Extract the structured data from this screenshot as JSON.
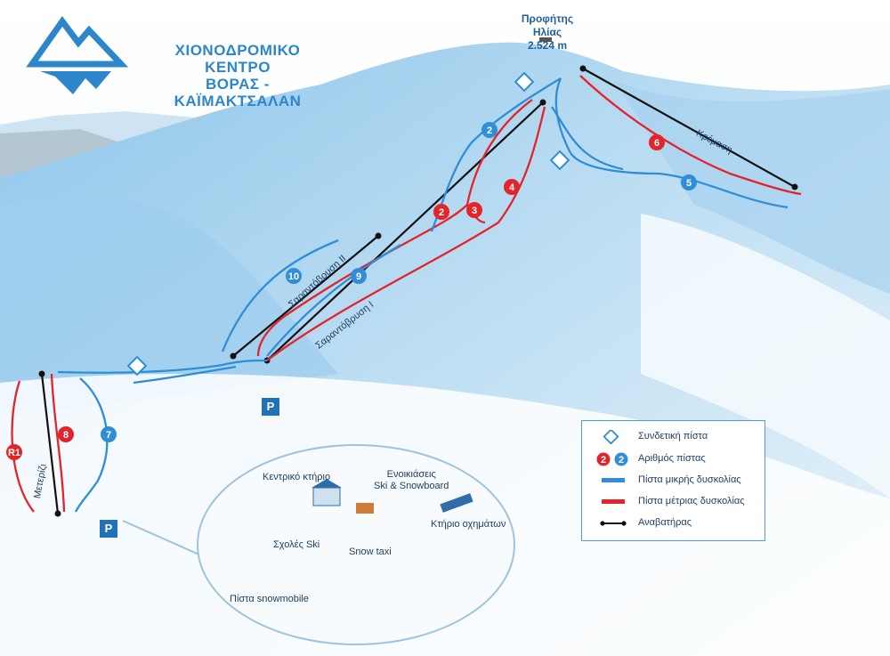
{
  "resort": {
    "title_line1": "ΧΙΟΝΟΔΡΟΜΙΚΟ ΚΕΝΤΡΟ",
    "title_line2": "ΒΟΡΑΣ - ΚΑΪΜΑΚΤΣΑΛΑΝ"
  },
  "peak": {
    "name": "Προφήτης Ηλίας",
    "elevation": "2.524 m"
  },
  "lifts": {
    "kremasi": "Κρέμαση",
    "sarantovrysi_1": "Σαραντόβρυση I",
    "sarantovrysi_2": "Σαραντόβρυση II",
    "meterizi": "Μετερίζι"
  },
  "runs": {
    "blue": [
      "2",
      "5",
      "7",
      "9",
      "10"
    ],
    "red": [
      "2",
      "3",
      "4",
      "6",
      "8",
      "R1"
    ]
  },
  "facilities": {
    "main_building": "Κεντρικό κτήριο",
    "rentals_line1": "Ενοικιάσεις",
    "rentals_line2": "Ski & Snowboard",
    "ski_schools": "Σχολές Ski",
    "snow_taxi": "Snow taxi",
    "vehicle_building": "Κτήριο οχημάτων",
    "snowmobile_run": "Πίστα snowmobile",
    "parking": "P"
  },
  "legend": {
    "connecting_run": "Συνδετική πίστα",
    "run_number": "Αριθμός πίστας",
    "easy_run": "Πίστα μικρής δυσκολίας",
    "intermediate_run": "Πίστα μέτριας δυσκολίας",
    "lift": "Αναβατήρας",
    "sample_numbers": [
      "2",
      "2"
    ]
  },
  "colors": {
    "blue_run": "#2f8ed6",
    "red_run": "#e3242b",
    "lift": "#111111",
    "title": "#2d86c9"
  }
}
